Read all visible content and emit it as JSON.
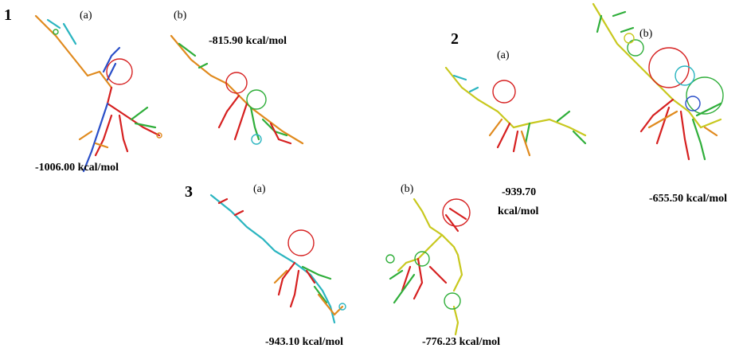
{
  "panels": [
    {
      "number": "1",
      "a_label": "(a)",
      "b_label": "(b)",
      "a_energy": "-1006.00 kcal/mol",
      "b_energy": "-815.90 kcal/mol"
    },
    {
      "number": "2",
      "a_label": "(a)",
      "b_label": "(b)",
      "a_energy_value": "-939.70",
      "a_energy_unit": "kcal/mol",
      "b_energy": "-655.50 kcal/mol"
    },
    {
      "number": "3",
      "a_label": "(a)",
      "b_label": "(b)",
      "a_energy": "-943.10 kcal/mol",
      "b_energy": "-776.23 kcal/mol"
    }
  ],
  "colors": {
    "red": "#d62020",
    "orange": "#e08a1e",
    "yellow": "#c8c81e",
    "green": "#2fae3a",
    "cyan": "#2bb5c0",
    "blue": "#2a4fc8"
  }
}
